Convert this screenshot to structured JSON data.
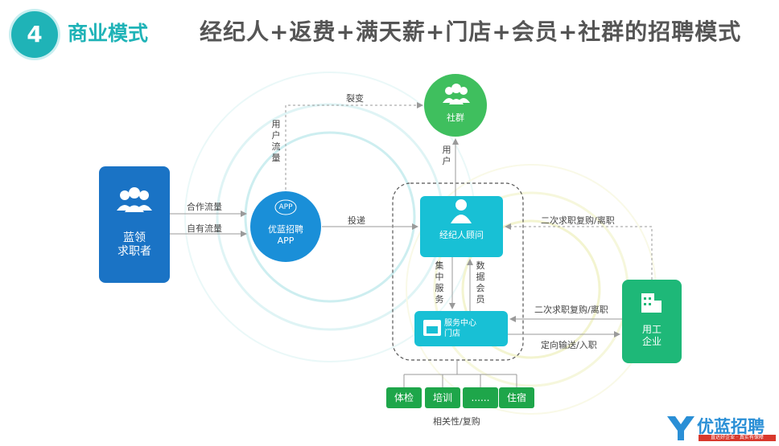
{
  "header": {
    "number": "4",
    "title": "商业模式",
    "subtitle": "经纪人+返费+满天薪+门店+会员+社群的招聘模式"
  },
  "nodes": {
    "seekers": "蓝领\n求职者",
    "app_circle_label": "APP",
    "app_name": "优蓝招聘\nAPP",
    "community": "社群",
    "broker": "经纪人顾问",
    "service_center": "服务中心\n门店",
    "employer": "用工\n企业"
  },
  "edges": {
    "fission": "裂变",
    "user_flow": "用户流量",
    "coop_flow": "合作流量",
    "own_flow": "自有流量",
    "delivery": "投递",
    "users": "用户",
    "centralized_service": "集中服务",
    "data_members": "数据会员",
    "secondary_top": "二次求职复购/离职",
    "secondary_mid": "二次求职复购/离职",
    "directed_transfer": "定向输送/入职",
    "related_repurchase": "相关性/复购"
  },
  "services": [
    "体检",
    "培训",
    "......",
    "住宿"
  ],
  "logo": {
    "name": "优蓝招聘",
    "tagline": "直达好企业 · 真实有保障"
  },
  "colors": {
    "teal": "#1fb3b7",
    "blue": "#1a73c5",
    "cyan": "#18c0d5",
    "green": "#1ea64a"
  }
}
